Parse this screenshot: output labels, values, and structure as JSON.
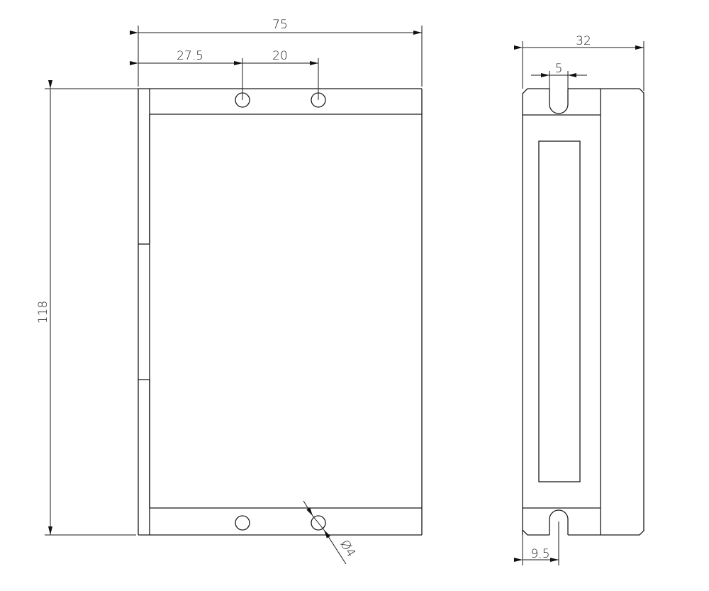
{
  "drawing": {
    "front_view": {
      "dimensions": {
        "overall_width": "75",
        "hole_offset": "27.5",
        "hole_spacing": "20",
        "overall_height": "118",
        "hole_diameter": "Ø4"
      }
    },
    "side_view": {
      "dimensions": {
        "overall_depth": "32",
        "slot_width": "5",
        "slot_offset": "9.5"
      }
    },
    "colors": {
      "line": "#1a1a1a",
      "background": "#ffffff"
    }
  }
}
